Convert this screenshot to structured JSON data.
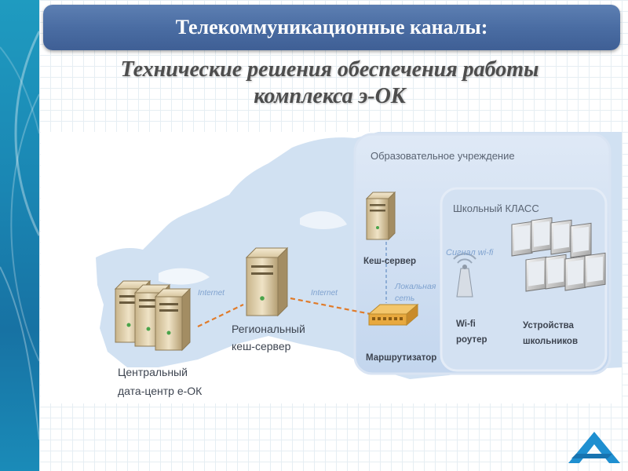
{
  "slide": {
    "title": "Телекоммуникационные каналы:",
    "subtitle_line1": "Технические решения обеспечения работы",
    "subtitle_line2": "комплекса э-ОК"
  },
  "diagram": {
    "institution_label": "Образовательное учреждение",
    "classroom_label": "Школьный КЛАСС",
    "cache_server_label": "Кеш-сервер",
    "wifi_signal_label": "Сигнал wi-fi",
    "local_net_line1": "Локальная",
    "local_net_line2": "сеть",
    "router_label": "Маршрутизатор",
    "wifi_router_line1": "Wi-fi",
    "wifi_router_line2": "роутер",
    "devices_line1": "Устройства",
    "devices_line2": "школьников",
    "internet_label_1": "Internet",
    "internet_label_2": "Internet",
    "regional_line1": "Региональный",
    "regional_line2": "кеш-сервер",
    "central_line1": "Центральный",
    "central_line2": "дата-центр е-ОК"
  },
  "colors": {
    "title_bar": "#4a6da3",
    "left_band": "#1a86b3",
    "dashed_link": "#e07b2a",
    "map_fill": "#c9dcf0",
    "logo": "#1f8fd0"
  }
}
